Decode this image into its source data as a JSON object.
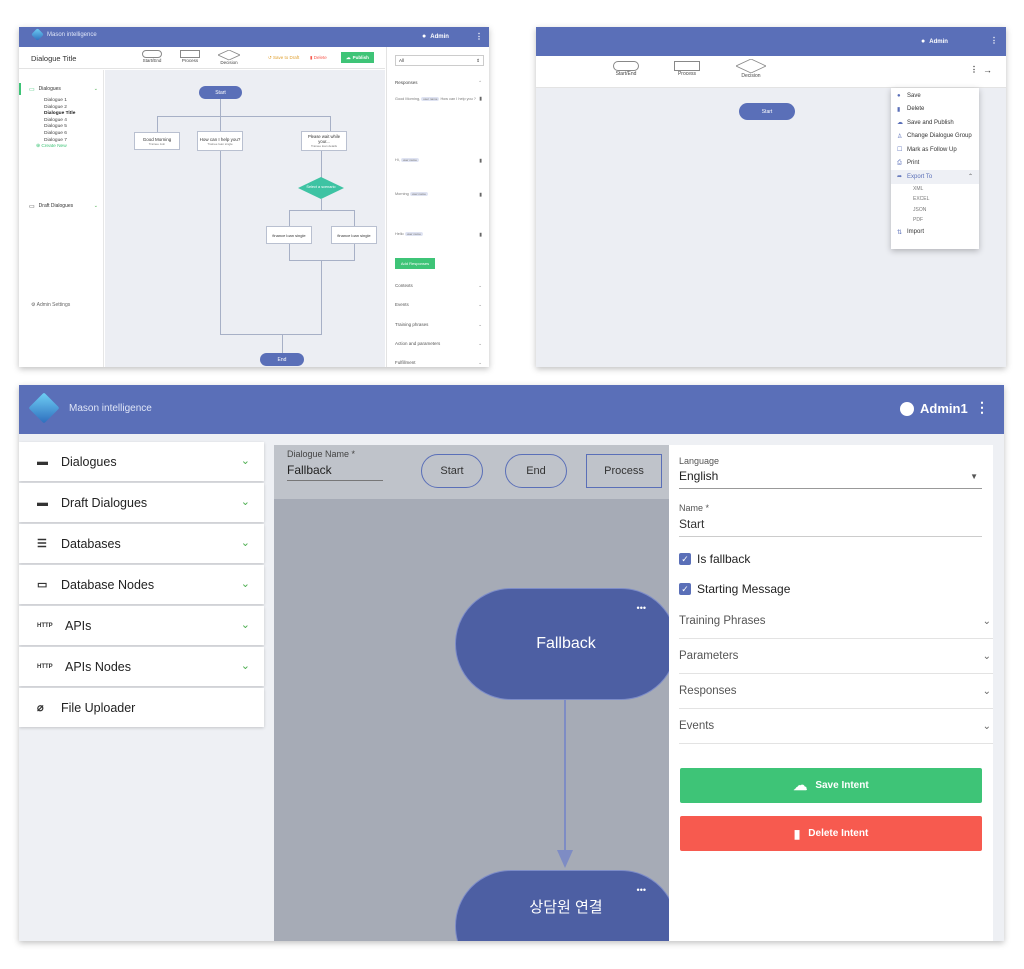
{
  "shot1": {
    "brand": "Mason intelligence",
    "admin": "Admin",
    "kebab": "⋮",
    "title": "Dialogue Title",
    "tools": [
      "Start/End",
      "Process",
      "Decision"
    ],
    "save_to_draft": "Save to Draft",
    "delete": "Delete",
    "publish": "Publish",
    "sidebar": {
      "dialogues": "Dialogues",
      "items": [
        "Dialogue 1",
        "Dialogue 2",
        "Dialogue Title",
        "Dialogue 4",
        "Dialogue 5",
        "Dialogue 6",
        "Dialogue 7"
      ],
      "create_new": "Create New",
      "draft": "Draft Dialogues",
      "admin_settings": "Admin Settings"
    },
    "nodes": {
      "start": "Start",
      "good_morning": "Good Morning",
      "good_morning_sub": "Trainee Join",
      "help": "How can I help you?",
      "help_sub": "Trainee loan single",
      "please_wait": "Please wait while your...",
      "please_wait_sub": "Trainee loan details",
      "decision": "Select a scenario",
      "finance_a": "finance loan single",
      "finance_b": "finance loan single",
      "end": "End"
    },
    "panel": {
      "select": "All",
      "responses": "Responses",
      "resp": [
        {
          "text": "Good Morning,",
          "tag": "user name",
          "extra": "How can I help you ?"
        },
        {
          "text": "Hi,",
          "tag": "user name",
          "extra": ""
        },
        {
          "text": "Morning",
          "tag": "user name",
          "extra": ""
        },
        {
          "text": "Hello",
          "tag": "user name",
          "extra": ""
        }
      ],
      "add_responses": "Add Responses",
      "sections": [
        "Contexts",
        "Events",
        "Training phrases",
        "Action and parameters",
        "Fulfillment"
      ]
    }
  },
  "shot2": {
    "admin": "Admin",
    "tools": [
      "Start/End",
      "Process",
      "Decision"
    ],
    "start": "Start",
    "menu": [
      "Save",
      "Delete",
      "Save and Publish",
      "Change Dialogue Group",
      "Mark as Follow Up",
      "Print"
    ],
    "export_to": "Export To",
    "export_items": [
      "XML",
      "EXCEL",
      "JSON",
      "PDF"
    ],
    "import": "Import"
  },
  "shot3": {
    "brand": "Mason intelligence",
    "admin": "Admin1",
    "sidebar": [
      {
        "label": "Dialogues",
        "icon": "▬",
        "chevron": true
      },
      {
        "label": "Draft Dialogues",
        "icon": "▬",
        "chevron": true
      },
      {
        "label": "Databases",
        "icon": "☰",
        "chevron": true
      },
      {
        "label": "Database Nodes",
        "icon": "▭",
        "chevron": true
      },
      {
        "label": "APIs",
        "icon": "HTTP",
        "chevron": true
      },
      {
        "label": "APIs Nodes",
        "icon": "HTTP",
        "chevron": true
      },
      {
        "label": "File Uploader",
        "icon": "⌀",
        "chevron": false
      }
    ],
    "dialogue_name_label": "Dialogue Name *",
    "dialogue_name": "Fallback",
    "tool_start": "Start",
    "tool_end": "End",
    "tool_process": "Process",
    "node_fallback": "Fallback",
    "node_next": "상담원 연결",
    "dots": "•••",
    "language_label": "Language",
    "language": "English",
    "name_label": "Name *",
    "name": "Start",
    "is_fallback": "Is fallback",
    "starting_message": "Starting Message",
    "sections": [
      "Training Phrases",
      "Parameters",
      "Responses",
      "Events"
    ],
    "save_intent": "Save Intent",
    "delete_intent": "Delete Intent"
  },
  "colors": {
    "primary": "#5a6fb8",
    "green": "#3ec477",
    "red": "#f75a4f",
    "teal": "#3ec3a3"
  }
}
